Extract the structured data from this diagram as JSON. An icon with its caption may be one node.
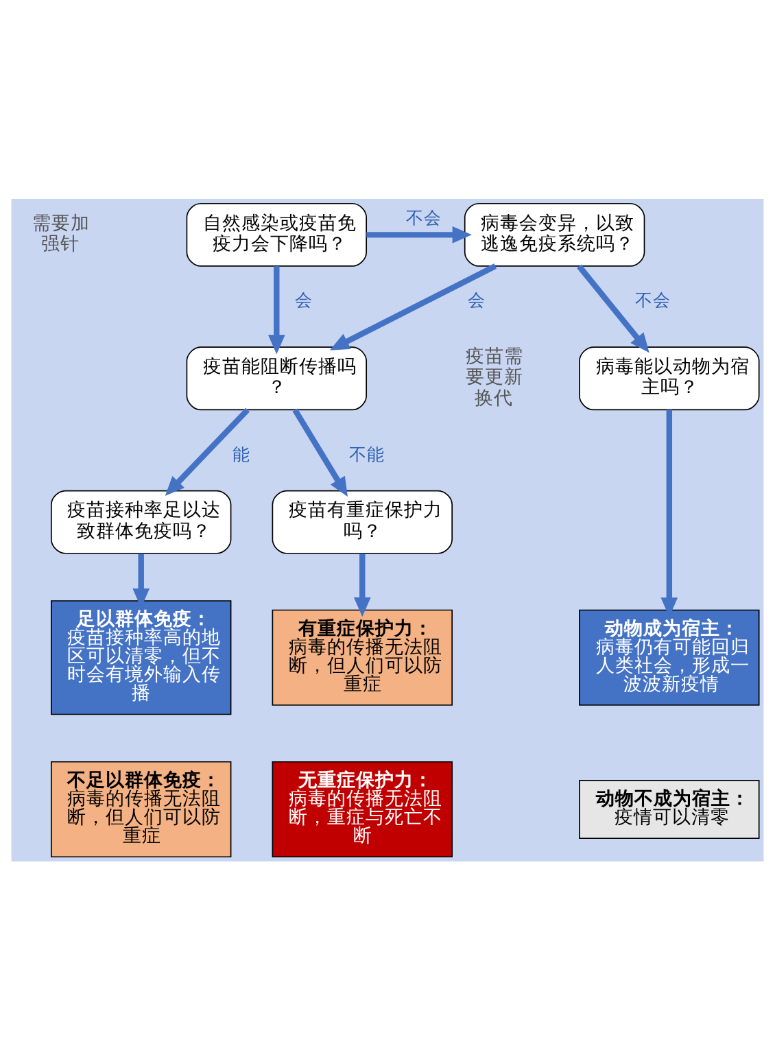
{
  "diagram": {
    "nodes": [
      {
        "text": [
          "自然感染或疫苗免疫力会下降吗？"
        ]
      },
      {
        "text": [
          "病毒会变异，以致逃逸免疫系统吗？"
        ]
      },
      {
        "text": [
          "疫苗能阻断传播吗？"
        ]
      },
      {
        "text": [
          "病毒能以动物为宿主吗？"
        ]
      },
      {
        "text": [
          "疫苗接种率足以达致群体免疫吗？"
        ]
      },
      {
        "text": [
          "疫苗有重症保护力吗？"
        ]
      },
      {
        "text": [
          "足以群体免疫：",
          "疫苗接种率高的地区可以清零，但不时会有境外输入传播"
        ]
      },
      {
        "text": [
          "有重症保护力：",
          "病毒的传播无法阻断，但人们可以防重症"
        ]
      },
      {
        "text": [
          "动物成为宿主：",
          "病毒仍有可能回归人类社会，形成一波波新疫情"
        ]
      },
      {
        "text": [
          "不足以群体免疫：",
          "病毒的传播无法阻断，但人们可以防重症"
        ]
      },
      {
        "text": [
          "无重症保护力：",
          "病毒的传播无法阻断，重症与死亡不断"
        ]
      },
      {
        "text": [
          "动物不成为宿主：",
          "疫情可以清零"
        ]
      }
    ],
    "edges": [
      {
        "from": 0,
        "to": 2,
        "arrow": "to",
        "label": "会"
      },
      {
        "from": 0,
        "to": 1,
        "arrow": "to",
        "label": "不会"
      },
      {
        "from": 1,
        "to": 2,
        "arrow": "to",
        "label": "会"
      },
      {
        "from": 1,
        "to": 3,
        "arrow": "to",
        "label": "不会"
      },
      {
        "from": 2,
        "to": 4,
        "arrow": "to",
        "label": "能"
      },
      {
        "from": 2,
        "to": 5,
        "arrow": "to",
        "label": "不能"
      },
      {
        "from": 4,
        "to": 6,
        "arrow": "to"
      },
      {
        "from": 5,
        "to": 7,
        "arrow": "to"
      },
      {
        "from": 3,
        "to": 8,
        "arrow": "to"
      }
    ],
    "labels": [
      "需要加强针",
      "疫苗需要更新换代"
    ]
  }
}
